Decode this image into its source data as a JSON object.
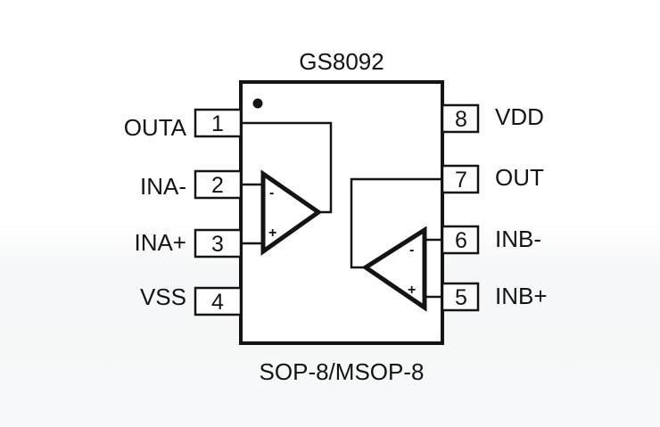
{
  "chip": {
    "part_number": "GS8092",
    "package": "SOP-8/MSOP-8"
  },
  "pins": [
    {
      "number": "1",
      "name": "OUTA"
    },
    {
      "number": "2",
      "name": "INA-"
    },
    {
      "number": "3",
      "name": "INA+"
    },
    {
      "number": "4",
      "name": "VSS"
    },
    {
      "number": "5",
      "name": "INB+"
    },
    {
      "number": "6",
      "name": "INB-"
    },
    {
      "number": "7",
      "name": "OUT"
    },
    {
      "number": "8",
      "name": "VDD"
    }
  ],
  "opamps": {
    "a": {
      "minus": "-",
      "plus": "+"
    },
    "b": {
      "minus": "-",
      "plus": "+"
    }
  }
}
